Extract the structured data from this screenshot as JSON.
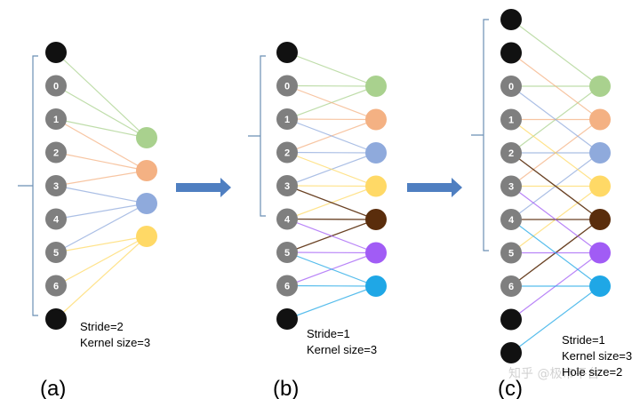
{
  "panels": [
    {
      "id": "a",
      "label": "(a)",
      "caption_lines": [
        "Stride=2",
        "Kernel size=3"
      ],
      "inputs": [
        "",
        "0",
        "1",
        "2",
        "3",
        "4",
        "5",
        "6",
        ""
      ],
      "input_kinds": [
        "pad",
        "in",
        "in",
        "in",
        "in",
        "in",
        "in",
        "in",
        "pad"
      ],
      "outputs": [
        "green",
        "salmon",
        "blue",
        "yellow"
      ],
      "connections": [
        [
          0,
          0
        ],
        [
          1,
          0
        ],
        [
          2,
          0
        ],
        [
          2,
          1
        ],
        [
          3,
          1
        ],
        [
          4,
          1
        ],
        [
          4,
          2
        ],
        [
          5,
          2
        ],
        [
          6,
          2
        ],
        [
          6,
          3
        ],
        [
          7,
          3
        ],
        [
          8,
          3
        ]
      ]
    },
    {
      "id": "b",
      "label": "(b)",
      "caption_lines": [
        "Stride=1",
        "Kernel size=3"
      ],
      "inputs": [
        "",
        "0",
        "1",
        "2",
        "3",
        "4",
        "5",
        "6",
        ""
      ],
      "input_kinds": [
        "pad",
        "in",
        "in",
        "in",
        "in",
        "in",
        "in",
        "in",
        "pad"
      ],
      "outputs": [
        "green",
        "salmon",
        "blue",
        "yellow",
        "brown",
        "purple",
        "cyan"
      ],
      "connections": [
        [
          0,
          0
        ],
        [
          1,
          0
        ],
        [
          2,
          0
        ],
        [
          1,
          1
        ],
        [
          2,
          1
        ],
        [
          3,
          1
        ],
        [
          2,
          2
        ],
        [
          3,
          2
        ],
        [
          4,
          2
        ],
        [
          3,
          3
        ],
        [
          4,
          3
        ],
        [
          5,
          3
        ],
        [
          4,
          4
        ],
        [
          5,
          4
        ],
        [
          6,
          4
        ],
        [
          5,
          5
        ],
        [
          6,
          5
        ],
        [
          7,
          5
        ],
        [
          6,
          6
        ],
        [
          7,
          6
        ],
        [
          8,
          6
        ]
      ]
    },
    {
      "id": "c",
      "label": "(c)",
      "caption_lines": [
        "Stride=1",
        "Kernel size=3",
        "Hole size=2"
      ],
      "inputs": [
        "",
        "",
        "0",
        "1",
        "2",
        "3",
        "4",
        "5",
        "6",
        "",
        ""
      ],
      "input_kinds": [
        "pad",
        "pad",
        "in",
        "in",
        "in",
        "in",
        "in",
        "in",
        "in",
        "pad",
        "pad"
      ],
      "outputs": [
        "green",
        "salmon",
        "blue",
        "yellow",
        "brown",
        "purple",
        "cyan"
      ],
      "connections": [
        [
          0,
          0
        ],
        [
          2,
          0
        ],
        [
          4,
          0
        ],
        [
          1,
          1
        ],
        [
          3,
          1
        ],
        [
          5,
          1
        ],
        [
          2,
          2
        ],
        [
          4,
          2
        ],
        [
          6,
          2
        ],
        [
          3,
          3
        ],
        [
          5,
          3
        ],
        [
          7,
          3
        ],
        [
          4,
          4
        ],
        [
          6,
          4
        ],
        [
          8,
          4
        ],
        [
          5,
          5
        ],
        [
          7,
          5
        ],
        [
          9,
          5
        ],
        [
          6,
          6
        ],
        [
          8,
          6
        ],
        [
          10,
          6
        ]
      ]
    }
  ],
  "colors": {
    "pad": "#111111",
    "in": "#7f7f7f",
    "green": "#a9d18e",
    "salmon": "#f4b183",
    "blue": "#8faadc",
    "yellow": "#ffd966",
    "brown": "#5a2d0c",
    "purple": "#a15cf5",
    "cyan": "#1fa7e6",
    "bracket": "#6b8fb5",
    "arrow": "#4f7fc1"
  },
  "watermark": "知乎 @极市平台"
}
